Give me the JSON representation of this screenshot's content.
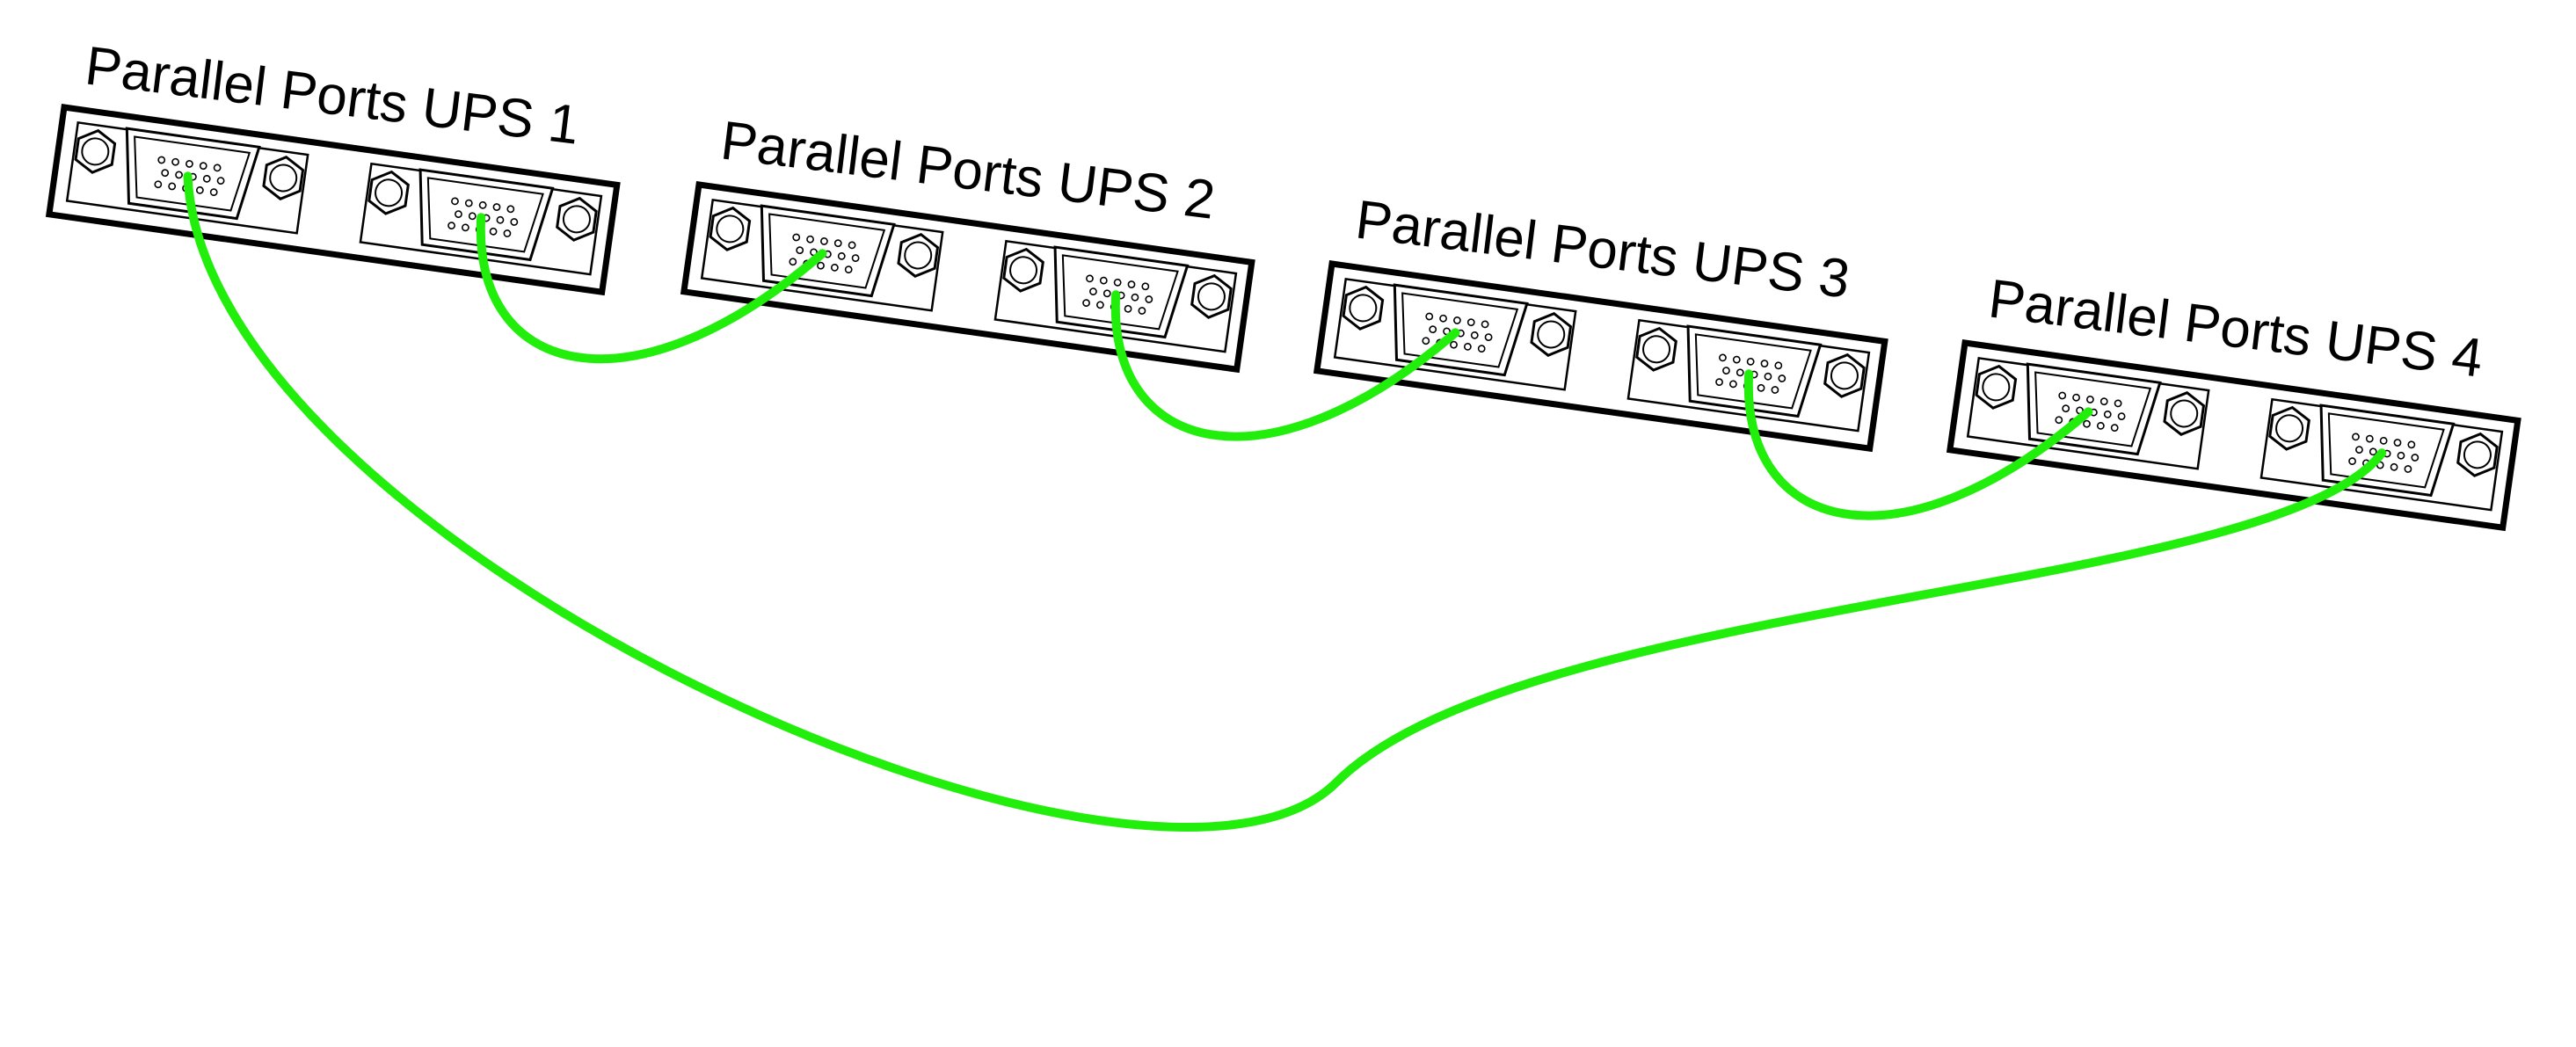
{
  "units": [
    {
      "id": "ups-1",
      "label": "Parallel Ports UPS 1",
      "ports": [
        "port-a",
        "port-b"
      ]
    },
    {
      "id": "ups-2",
      "label": "Parallel Ports UPS 2",
      "ports": [
        "port-a",
        "port-b"
      ]
    },
    {
      "id": "ups-3",
      "label": "Parallel Ports UPS 3",
      "ports": [
        "port-a",
        "port-b"
      ]
    },
    {
      "id": "ups-4",
      "label": "Parallel Ports UPS 4",
      "ports": [
        "port-a",
        "port-b"
      ]
    }
  ],
  "connector_type": "db15-icon",
  "cable_color": "#22ee0c",
  "connections": [
    {
      "from": "ups-1.port-b",
      "to": "ups-2.port-a"
    },
    {
      "from": "ups-2.port-b",
      "to": "ups-3.port-a"
    },
    {
      "from": "ups-3.port-b",
      "to": "ups-4.port-a"
    },
    {
      "from": "ups-1.port-a",
      "to": "ups-4.port-b"
    }
  ]
}
